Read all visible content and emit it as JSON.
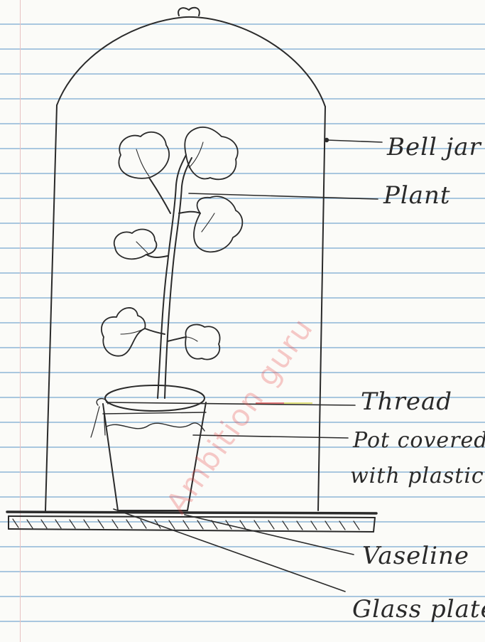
{
  "labels": {
    "bell_jar": "Bell jar",
    "plant": "Plant",
    "thread": "Thread",
    "pot_line1": "Pot covered",
    "pot_line2": "with plastic",
    "vaseline": "Vaseline",
    "glass_plate": "Glass plate"
  },
  "watermark": "Ambition guru",
  "colors": {
    "ink": "#2a2a2a",
    "ruled_line": "#a9c7df",
    "watermark": "#e64646"
  }
}
